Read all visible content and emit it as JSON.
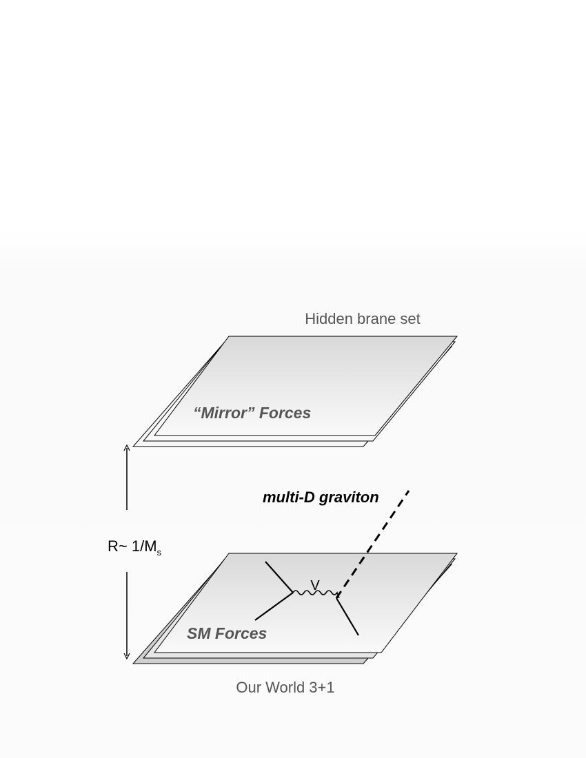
{
  "diagram": {
    "top_label": "Hidden brane set",
    "bottom_label": "Our World 3+1",
    "mirror_label": "“Mirror” Forces",
    "sm_label": "SM Forces",
    "graviton_label": "multi-D graviton",
    "vertex_label": "V",
    "separation": {
      "prefix": "R~ 1/M",
      "subscript": "s"
    }
  }
}
